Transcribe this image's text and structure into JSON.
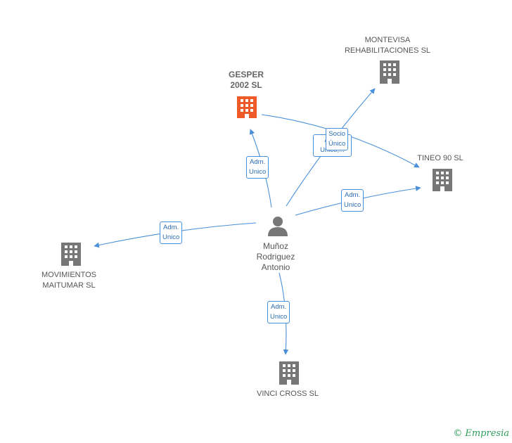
{
  "nodes": {
    "gesper": {
      "lines": [
        "GESPER",
        "2002 SL"
      ],
      "color": "#f05a28",
      "icon": "building-icon"
    },
    "montevisa": {
      "lines": [
        "MONTEVISA",
        "REHABILITACIONES SL"
      ],
      "color": "#777777",
      "icon": "building-icon"
    },
    "tineo": {
      "lines": [
        "TINEO 90  SL"
      ],
      "color": "#777777",
      "icon": "building-icon"
    },
    "movimientos": {
      "lines": [
        "MOVIMIENTOS",
        "MAITUMAR SL"
      ],
      "color": "#777777",
      "icon": "building-icon"
    },
    "vinci": {
      "lines": [
        "VINCI CROSS SL"
      ],
      "color": "#777777",
      "icon": "building-icon"
    },
    "person": {
      "lines": [
        "Muñoz",
        "Rodriguez",
        "Antonio"
      ],
      "color": "#777777",
      "icon": "person-icon"
    }
  },
  "edges": {
    "to_gesper": [
      "Adm.",
      "Unico"
    ],
    "to_montevisa_back": [
      "Adm.",
      "Unico,..."
    ],
    "to_montevisa_front": [
      "Socio",
      "Único"
    ],
    "to_tineo": [
      "Adm.",
      "Unico"
    ],
    "to_movimientos": [
      "Adm.",
      "Unico"
    ],
    "to_vinci": [
      "Adm.",
      "Unico"
    ]
  },
  "colors": {
    "edge": "#4a90d9"
  },
  "footer": {
    "copyright": "©",
    "brand": "Empresia"
  }
}
